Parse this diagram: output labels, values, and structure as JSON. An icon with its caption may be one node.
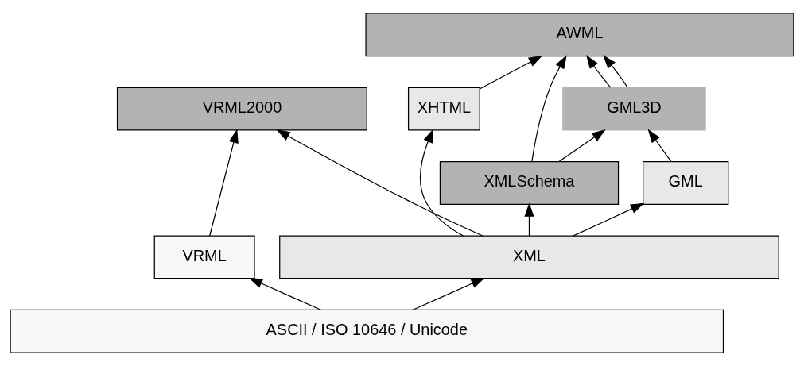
{
  "diagram": {
    "nodes": [
      {
        "text": [
          "AWML"
        ]
      },
      {
        "text": [
          "XHTML"
        ]
      },
      {
        "text": [
          "GML3D"
        ]
      },
      {
        "text": [
          "VRML2000"
        ]
      },
      {
        "text": [
          "GML"
        ]
      },
      {
        "text": [
          "XMLSchema"
        ]
      },
      {
        "text": [
          "XML"
        ]
      },
      {
        "text": [
          "VRML"
        ]
      },
      {
        "text": [
          "ASCII / ISO 10646 / Unicode"
        ]
      }
    ],
    "edges": [
      {
        "from": 6,
        "to": 1,
        "arrow": "to"
      },
      {
        "from": 1,
        "to": 0,
        "arrow": "to"
      },
      {
        "from": 6,
        "to": 4,
        "arrow": "to"
      },
      {
        "from": 4,
        "to": 2,
        "arrow": "to"
      },
      {
        "from": 2,
        "to": 0,
        "arrow": "to"
      },
      {
        "from": 6,
        "to": 5,
        "arrow": "to"
      },
      {
        "from": 5,
        "to": 2,
        "arrow": "to"
      },
      {
        "from": 2,
        "to": 0,
        "arrow": "to"
      },
      {
        "from": 5,
        "to": 0,
        "arrow": "to"
      },
      {
        "from": 6,
        "to": 3,
        "arrow": "to"
      },
      {
        "from": 8,
        "to": 6,
        "arrow": "to"
      },
      {
        "from": 8,
        "to": 7,
        "arrow": "to"
      },
      {
        "from": 7,
        "to": 3,
        "arrow": "to"
      }
    ]
  }
}
